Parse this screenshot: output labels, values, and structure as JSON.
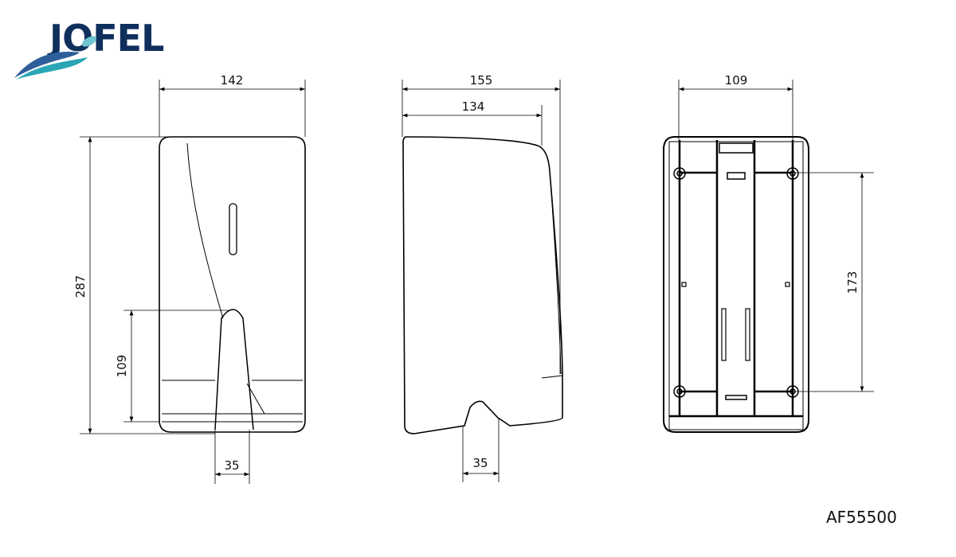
{
  "logo": {
    "text": "JOFEL",
    "colors": {
      "text": "#0f2f5c",
      "wave1": "#2f5f9a",
      "wave2": "#2aa6b5"
    }
  },
  "front_view": {
    "width_dim": "142",
    "height_dim": "287",
    "lever_height_dim": "109",
    "lever_width_dim": "35"
  },
  "side_view": {
    "depth_dim": "155",
    "inner_depth_dim": "134",
    "lever_width_dim": "35"
  },
  "back_view": {
    "width_dim": "109",
    "hole_spacing_dim": "173"
  },
  "model_code": "AF55500"
}
